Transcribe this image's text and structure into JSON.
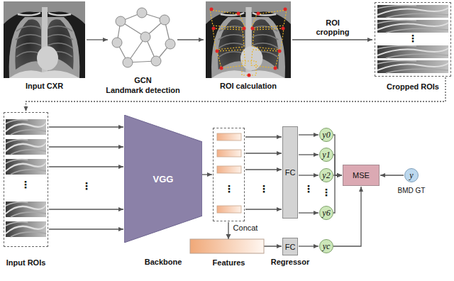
{
  "diagram": {
    "nodes": [
      {
        "text": [
          "Input CXR"
        ]
      },
      {
        "text": [
          "GCN",
          "Landmark detection"
        ]
      },
      {
        "text": [
          "ROI calculation"
        ]
      },
      {
        "text": [
          "Cropped ROIs"
        ]
      },
      {
        "text": [
          "Input ROIs"
        ]
      },
      {
        "text": [
          "VGG"
        ]
      },
      {
        "text": [
          "Features"
        ]
      },
      {
        "text": [
          "FC"
        ]
      },
      {
        "text": [
          "y0"
        ]
      },
      {
        "text": [
          "y1"
        ]
      },
      {
        "text": [
          "y2"
        ]
      },
      {
        "text": [
          "y6"
        ]
      },
      {
        "text": [
          "MSE"
        ]
      },
      {
        "text": [
          "y",
          "BMD GT"
        ]
      },
      {
        "text": [
          "FC"
        ]
      },
      {
        "text": [
          "yc"
        ]
      }
    ],
    "edges": [
      {
        "from": 0,
        "to": 1,
        "arrow": "to"
      },
      {
        "from": 1,
        "to": 2,
        "arrow": "to"
      },
      {
        "from": 2,
        "to": 3,
        "label": "ROI cropping",
        "arrow": "to"
      },
      {
        "from": 3,
        "to": 4,
        "arrow": "to"
      },
      {
        "from": 4,
        "to": 5,
        "arrow": "to"
      },
      {
        "from": 5,
        "to": 6,
        "arrow": "to"
      },
      {
        "from": 6,
        "to": 7,
        "arrow": "to"
      },
      {
        "from": 7,
        "to": 8,
        "arrow": "to"
      },
      {
        "from": 7,
        "to": 9,
        "arrow": "to"
      },
      {
        "from": 7,
        "to": 10,
        "arrow": "to"
      },
      {
        "from": 7,
        "to": 11,
        "arrow": "to"
      },
      {
        "from": 8,
        "to": 12,
        "arrow": "to"
      },
      {
        "from": 9,
        "to": 12,
        "arrow": "to"
      },
      {
        "from": 10,
        "to": 12,
        "arrow": "to"
      },
      {
        "from": 11,
        "to": 12,
        "arrow": "to"
      },
      {
        "from": 13,
        "to": 12,
        "arrow": "to"
      },
      {
        "from": 6,
        "to": 14,
        "label": "Concat",
        "arrow": "to"
      },
      {
        "from": 14,
        "to": 15,
        "arrow": "to"
      },
      {
        "from": 15,
        "to": 12,
        "arrow": "to"
      }
    ],
    "labels": [
      "Backbone",
      "Regressor",
      "⋮",
      "⋮",
      "⋮",
      "⋮",
      "⋮",
      "⋮",
      "⋮"
    ]
  }
}
